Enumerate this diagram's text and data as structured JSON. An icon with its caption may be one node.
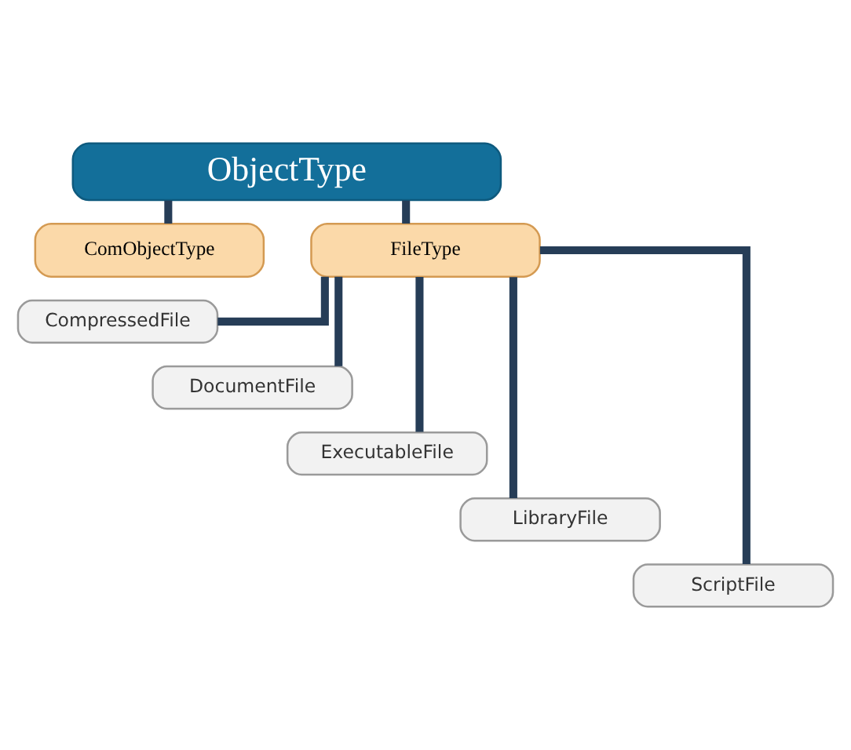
{
  "diagram": {
    "nodes": [
      {
        "text": [
          "ObjectType"
        ]
      },
      {
        "text": [
          "ComObjectType"
        ]
      },
      {
        "text": [
          "FileType"
        ]
      },
      {
        "text": [
          "CompressedFile"
        ]
      },
      {
        "text": [
          "DocumentFile"
        ]
      },
      {
        "text": [
          "ExecutableFile"
        ]
      },
      {
        "text": [
          "LibraryFile"
        ]
      },
      {
        "text": [
          "ScriptFile"
        ]
      }
    ],
    "edges": [
      {
        "from": 0,
        "to": 1,
        "arrow": "none"
      },
      {
        "from": 0,
        "to": 2,
        "arrow": "none"
      },
      {
        "from": 2,
        "to": 3,
        "arrow": "none"
      },
      {
        "from": 2,
        "to": 4,
        "arrow": "none"
      },
      {
        "from": 2,
        "to": 5,
        "arrow": "none"
      },
      {
        "from": 2,
        "to": 6,
        "arrow": "none"
      },
      {
        "from": 2,
        "to": 7,
        "arrow": "none"
      }
    ]
  }
}
